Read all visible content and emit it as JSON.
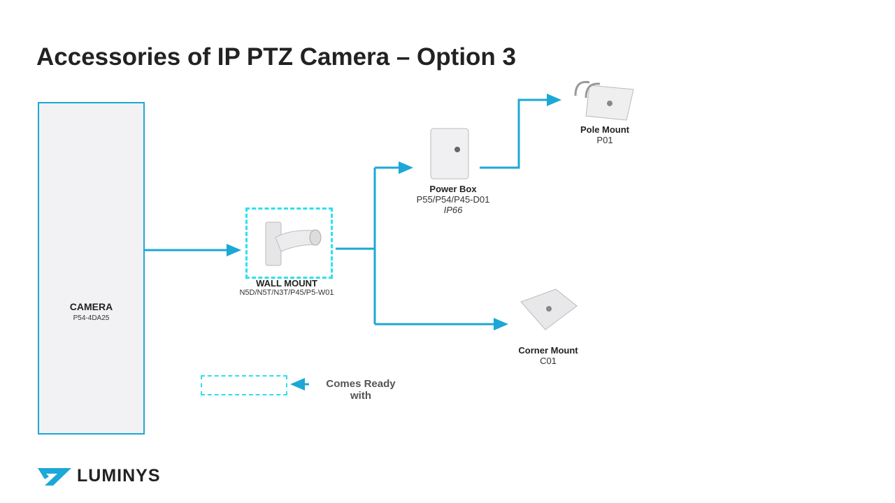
{
  "title": "Accessories of IP PTZ Camera – Option 3",
  "camera": {
    "name": "CAMERA",
    "model": "P54-4DA25"
  },
  "wall_mount": {
    "name": "WALL MOUNT",
    "model": "N5D/N5T/N3T/P45/P5-W01"
  },
  "power_box": {
    "name": "Power Box",
    "model": "P55/P54/P45-D01",
    "rating": "IP66"
  },
  "pole_mount": {
    "name": "Pole Mount",
    "model": "P01"
  },
  "corner_mount": {
    "name": "Corner Mount",
    "model": "C01"
  },
  "legend": {
    "text": "Comes Ready with"
  },
  "logo": {
    "text": "LUMINYS"
  },
  "colors": {
    "line": "#1ba8d6",
    "dash": "#2ee0ee"
  }
}
